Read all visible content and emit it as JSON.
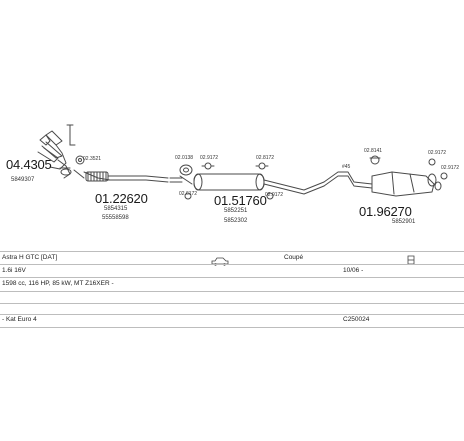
{
  "parts": {
    "manifold_code": "04.4305",
    "manifold_oe": "5849307",
    "front_pipe_code": "01.22620",
    "front_pipe_oe_1": "5854315",
    "front_pipe_oe_2": "55558598",
    "gasket_front": "02.3521",
    "center_code": "01.51760",
    "center_oe_1": "5852251",
    "center_oe_2": "5852302",
    "clamp_a": "02.0138",
    "clamp_b": "02.9172",
    "clamp_c": "02.6172",
    "clamp_d": "02.9172",
    "clamp_e": "02.8172",
    "clamp_f": "02.9172",
    "mid_label": "#45",
    "rear_code": "01.96270",
    "rear_oe": "5852901",
    "rear_clamp_a": "02.8141",
    "rear_clamp_b": "02.9172",
    "rear_clamp_c": "02.9172"
  },
  "spec": {
    "model": "Astra H GTC [DAT]",
    "body": "Coupé",
    "engine": "1.6i 16V",
    "date": "10/06 -",
    "details": "1598 cc, 116 HP, 85 kW, MT Z16XER -",
    "cat": "- Kat Euro 4",
    "catalog_code": "C250024"
  },
  "icons": {
    "car": "car-side-icon",
    "door": "rear-door-icon"
  },
  "colors": {
    "line": "#4a4a4a",
    "rule": "#bdbdbd"
  }
}
